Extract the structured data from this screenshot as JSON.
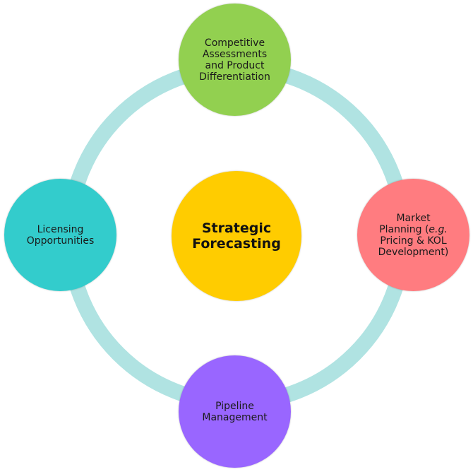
{
  "colors": {
    "ring": "#b0e3e2",
    "top": "#92d050",
    "right": "#ff7c80",
    "bottom": "#9966ff",
    "left": "#33cccc",
    "center": "#ffcc00"
  },
  "nodes": {
    "center": {
      "lines": [
        "Strategic",
        "Forecasting"
      ]
    },
    "top": {
      "lines": [
        "Competitive",
        "Assessments",
        "and Product",
        "Differentiation"
      ]
    },
    "right": {
      "line1": "Market",
      "line2a": "Planning (",
      "line2b": "e.g.",
      "line2c": "",
      "line3": "Pricing & KOL",
      "line4": "Development)"
    },
    "bottom": {
      "lines": [
        "Pipeline",
        "Management"
      ]
    },
    "left": {
      "lines": [
        "Licensing",
        "Opportunities"
      ]
    }
  }
}
